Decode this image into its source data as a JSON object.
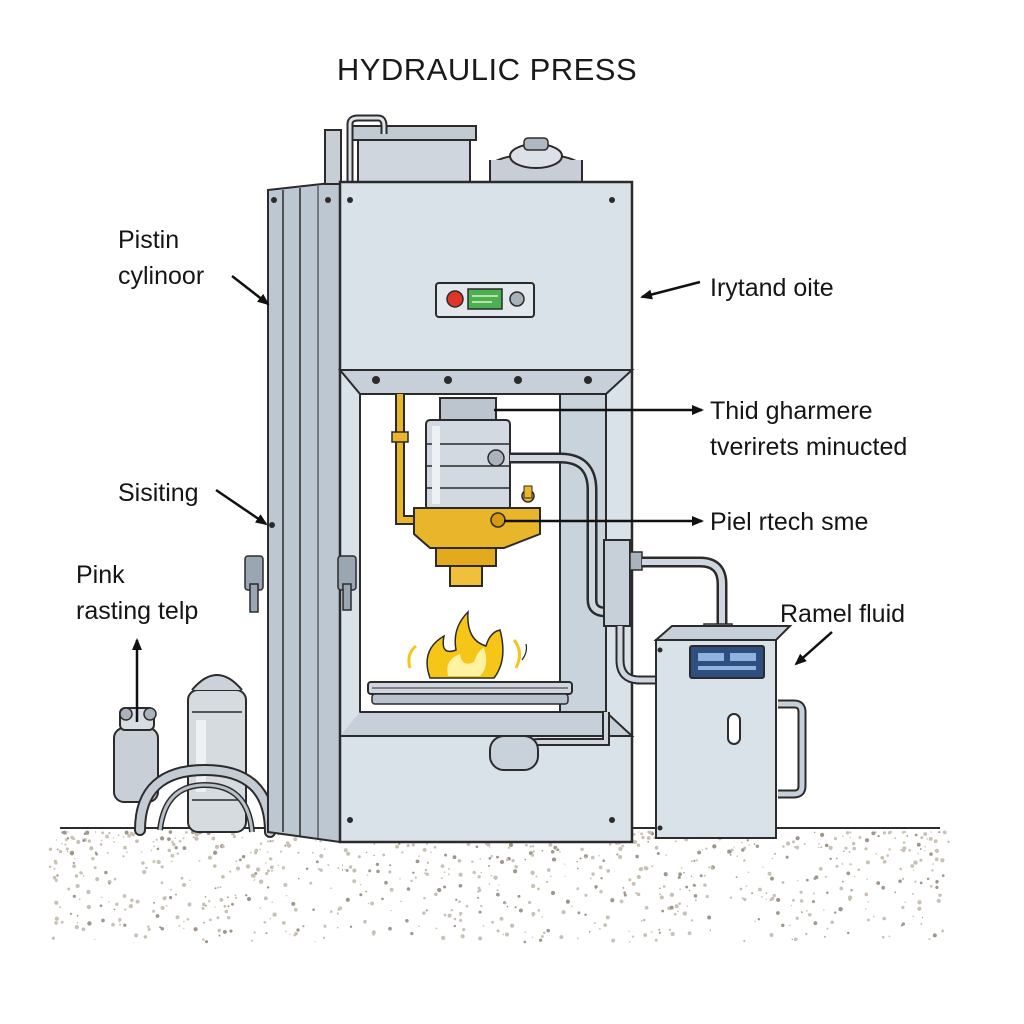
{
  "title": "HYDRAULIC PRESS",
  "labels": {
    "piston_cylinder": {
      "line1": "Pistin",
      "line2": "cylinoor"
    },
    "hydraulic_side": "Irytand oite",
    "third_chamber": {
      "line1": "Thid gharmere",
      "line2": "tverirets minucted"
    },
    "sisiting": "Sisiting",
    "pipe_tech": "Piel rtech sme",
    "pink_rasting": {
      "line1": "Pink",
      "line2": "rasting telp"
    },
    "ramel_fluid": "Ramel fluid"
  },
  "colors": {
    "press_body": "#d9e1e9",
    "press_side": "#bcc7d2",
    "outline": "#2b2b2b",
    "brass": "#e9b52a",
    "flame_outer": "#f5c518",
    "flame_inner": "#fff2a0",
    "ground_dots": "#c9c2b4",
    "panel_red": "#e0342a",
    "panel_green": "#4caf50",
    "control_screen": "#2d4e7e"
  },
  "icons": {
    "flame": "flame-icon",
    "control_panel": "control-panel-icon",
    "pump": "hydraulic-pump-icon"
  }
}
